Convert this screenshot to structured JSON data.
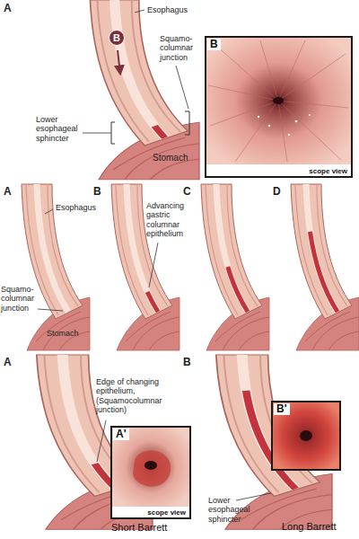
{
  "diagram": {
    "nodes": [
      {
        "text": [
          "B"
        ]
      },
      {
        "text": [
          "B",
          "scope view"
        ]
      },
      {
        "text": [
          "A'",
          "scope view"
        ]
      },
      {
        "text": [
          "B'"
        ]
      }
    ],
    "labels": [
      "A",
      "Esophagus",
      "Squamo-columnar junction",
      "Lower esophageal sphincter",
      "Stomach",
      "A",
      "B",
      "C",
      "D",
      "Esophagus",
      "Advancing gastric columnar epithelium",
      "Squamo-columnar junction",
      "Stomach",
      "A",
      "Edge of changing epithelium, (Squamocolumnar junction)",
      "B",
      "Lower esophageal sphincter",
      "Short Barrett",
      "Long Barrett"
    ]
  }
}
